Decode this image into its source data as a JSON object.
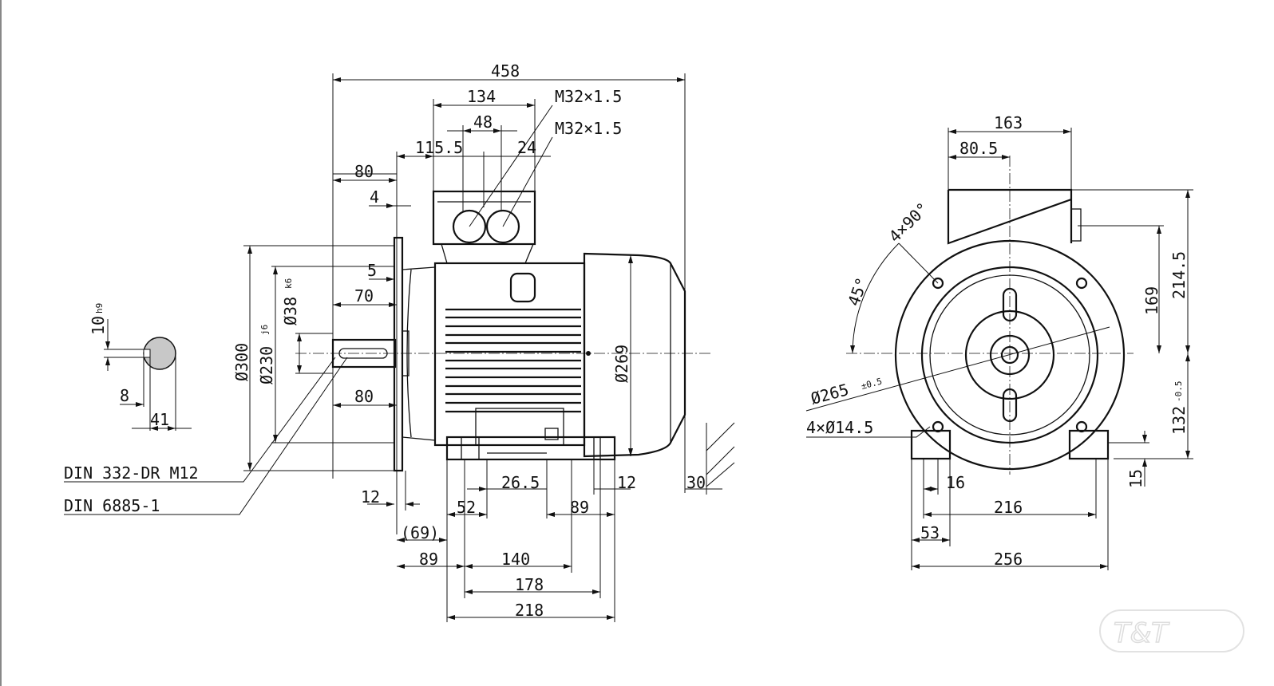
{
  "side_view": {
    "overall_length": "458",
    "terminal_box_width": "134",
    "gland_spacing": "48",
    "gland_1_thread": "M32×1.5",
    "gland_2_thread": "M32×1.5",
    "box_offset": "115.5",
    "gland_offset": "24",
    "shaft_length_top": "80",
    "flange_spigot": "4",
    "flange_thickness": "5",
    "key_length": "70",
    "shaft_length": "80",
    "shaft_dia": "Ø38",
    "shaft_dia_tol": "k6",
    "spigot_dia": "Ø230",
    "spigot_dia_tol": "j6",
    "flange_dia": "Ø300",
    "frame_dia": "Ø269",
    "center_hole_note": "DIN 332-DR M12",
    "key_note": "DIN 6885-1",
    "flange_plate": "12",
    "foot_offset": "26.5",
    "foot_edge_right": "12",
    "foot_height": "30",
    "foot_width_left": "52",
    "foot_width_right": "89",
    "flange_to_foot": "(69)",
    "flange_to_hole": "89",
    "hole_spacing_140": "140",
    "hole_spacing_178": "178",
    "foot_length": "218"
  },
  "key_section": {
    "key_width": "10",
    "key_width_tol": "h9",
    "key_depth": "8",
    "shaft_height": "41"
  },
  "end_view": {
    "box_width": "163",
    "box_offset": "80.5",
    "hole_pattern": "4×90°",
    "hole_angle": "45°",
    "box_height_above_center": "169",
    "total_height_above_center": "214.5",
    "pitch_circle_dia": "Ø265",
    "pitch_circle_tol": "±0.5",
    "holes": "4×Ø14.5",
    "shaft_height": "132",
    "shaft_height_tol": "-0.5",
    "foot_thickness": "15",
    "foot_hole_width": "16",
    "foot_hole_spacing": "216",
    "foot_width": "53",
    "foot_overall": "256"
  },
  "watermark": "T&T"
}
